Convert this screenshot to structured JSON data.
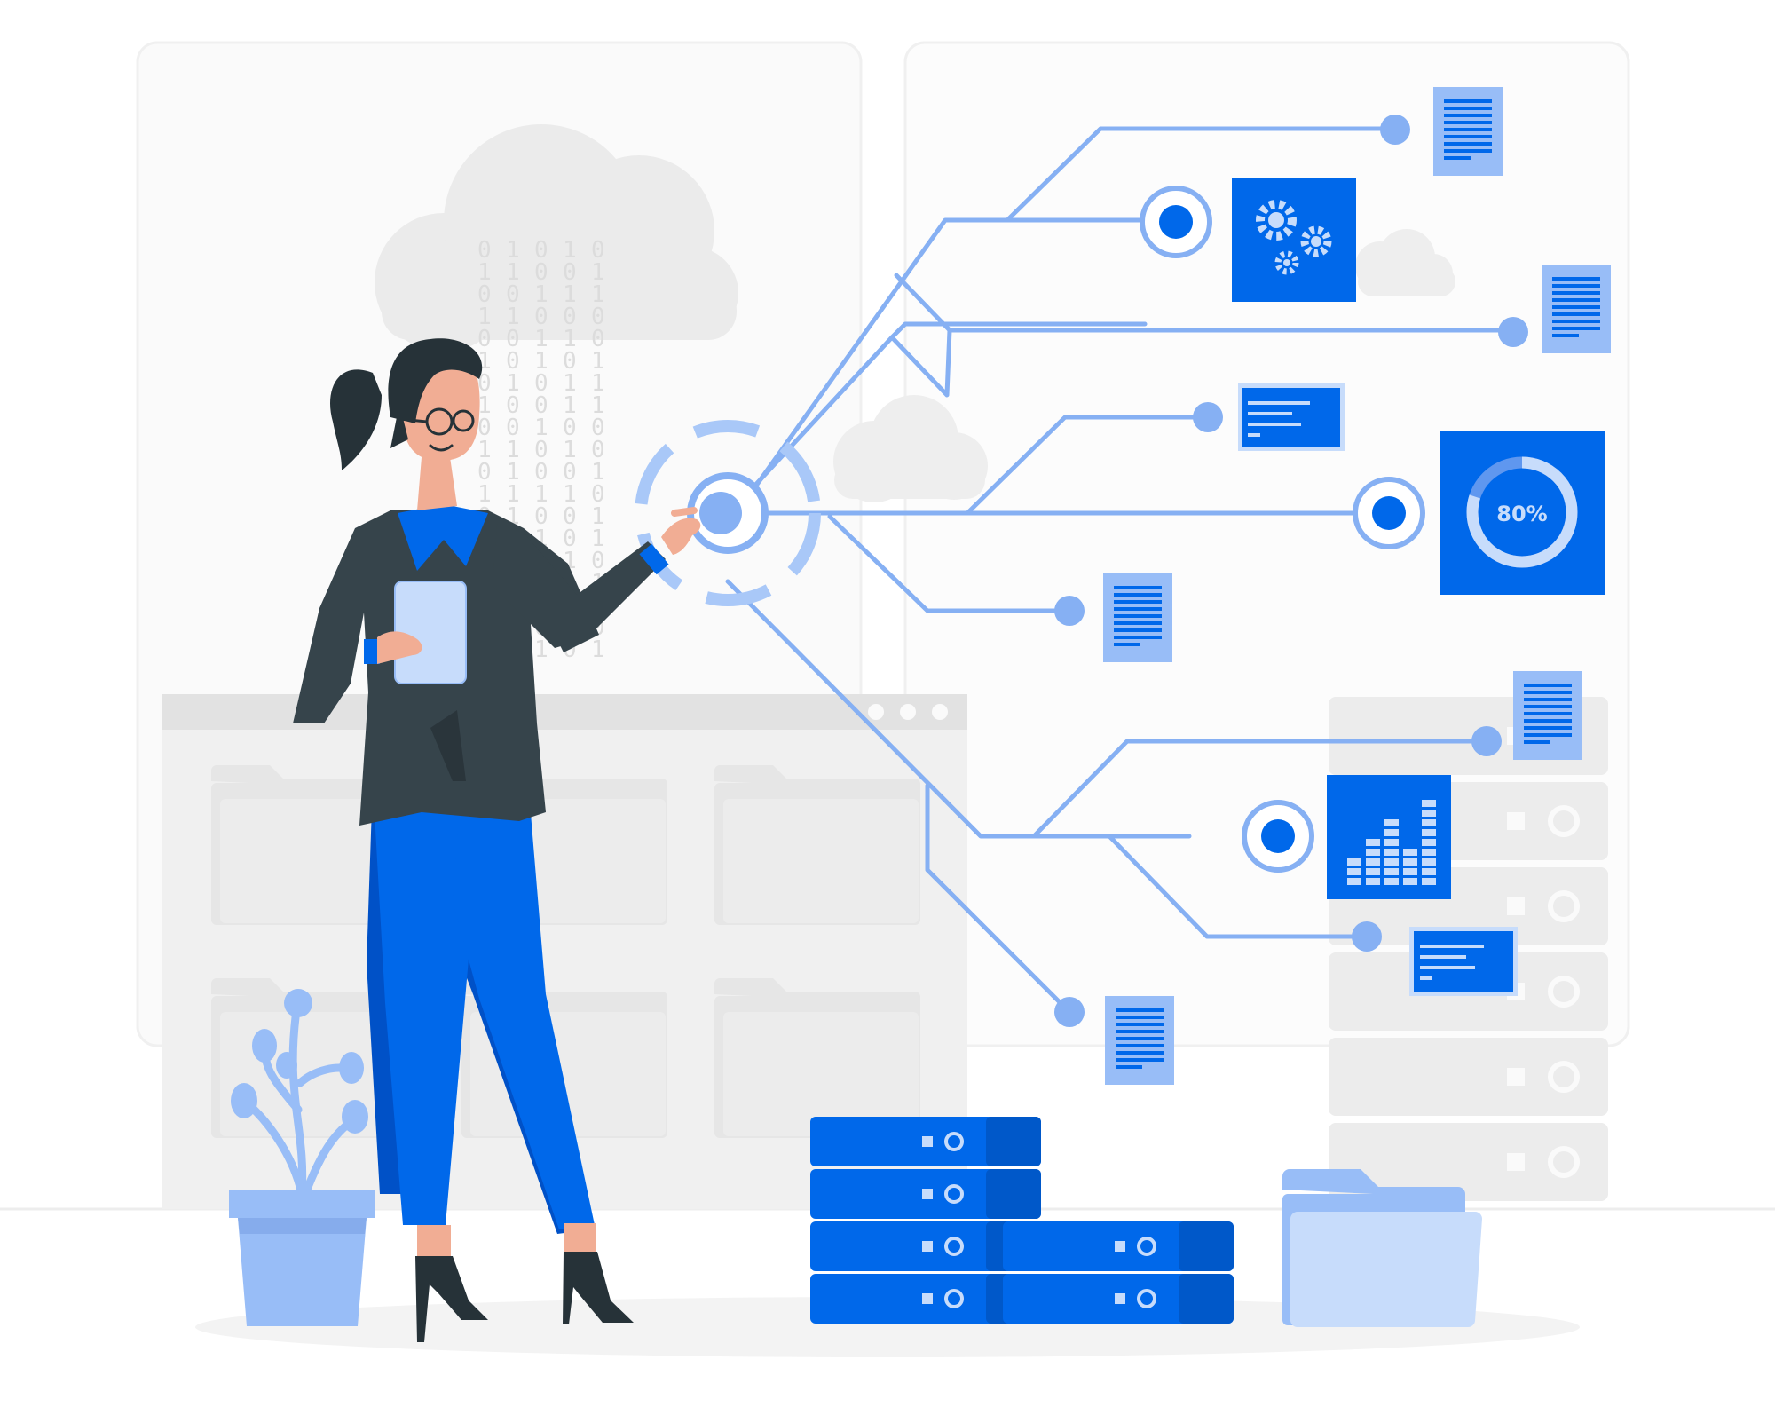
{
  "progress_panel": {
    "label": "80%",
    "value_fraction": 0.8
  },
  "binary_rain": {
    "columns": [
      "0101010101010101010",
      "1101001001111010111",
      "0010110010010100101",
      "1010101101010011010",
      "0110011100101101001"
    ]
  },
  "colors": {
    "primary": "#0068ea",
    "light": "#98bdf7",
    "pale": "#c7dcfb",
    "line": "#83adf2",
    "gray": "#ececec",
    "dark": "#333f48",
    "skin": "#f1ad94"
  }
}
